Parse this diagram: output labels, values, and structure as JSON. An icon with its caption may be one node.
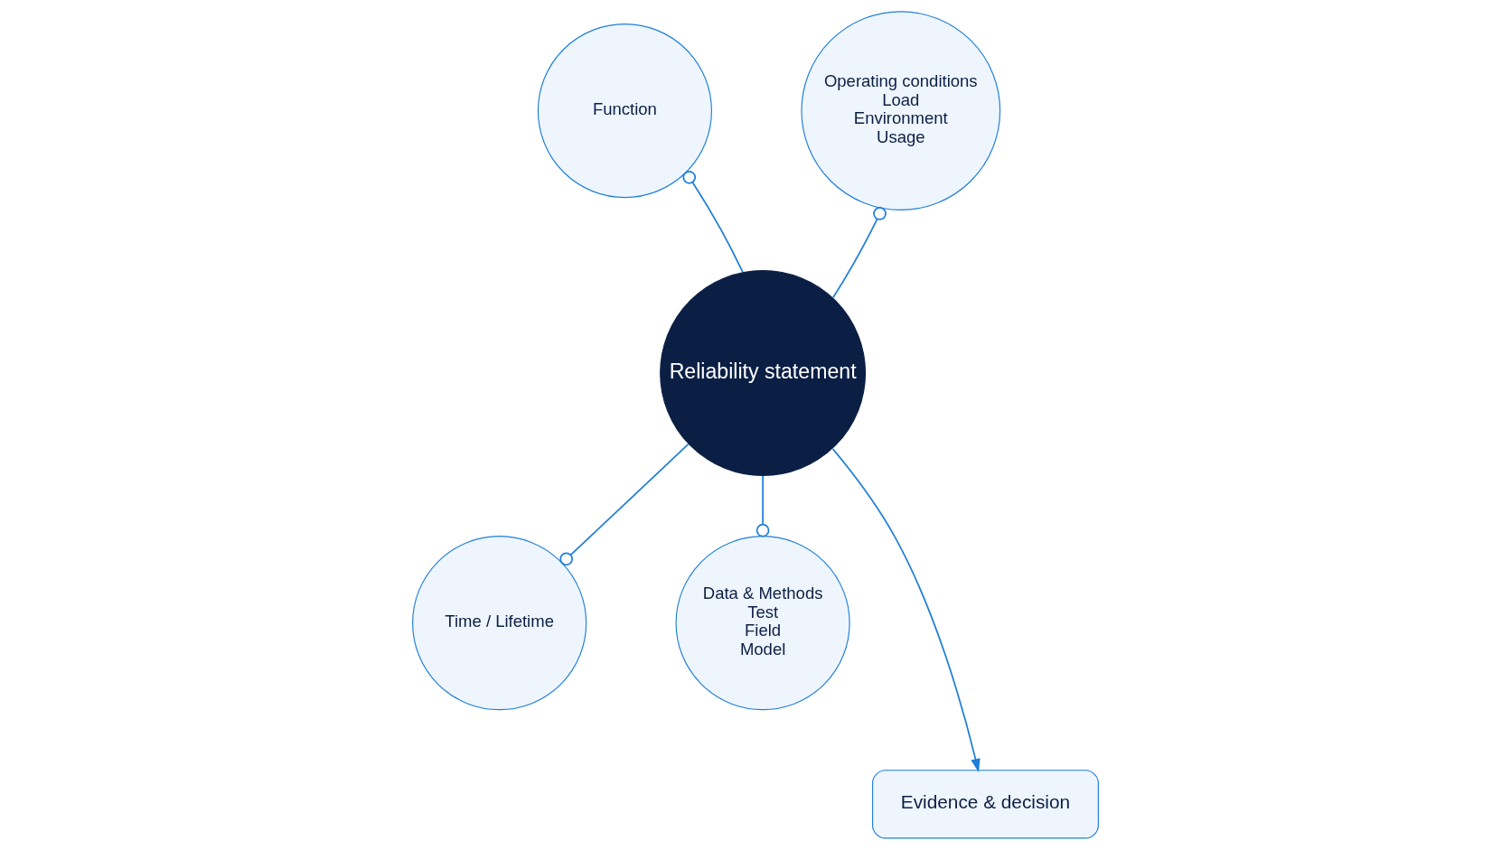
{
  "diagram": {
    "nodes": [
      {
        "text": [
          "Reliability statement"
        ]
      },
      {
        "text": [
          "Function"
        ]
      },
      {
        "text": [
          "Operating conditions",
          "Load",
          "Environment",
          "Usage"
        ]
      },
      {
        "text": [
          "Time / Lifetime"
        ]
      },
      {
        "text": [
          "Data & Methods",
          "Test",
          "Field",
          "Model"
        ]
      },
      {
        "text": [
          "Evidence & decision"
        ]
      }
    ],
    "edges": [
      {
        "from": 0,
        "to": 1,
        "arrow": "other"
      },
      {
        "from": 0,
        "to": 2,
        "arrow": "other"
      },
      {
        "from": 0,
        "to": 3,
        "arrow": "other"
      },
      {
        "from": 0,
        "to": 4,
        "arrow": "other"
      },
      {
        "from": 0,
        "to": 5,
        "arrow": "to"
      }
    ]
  }
}
